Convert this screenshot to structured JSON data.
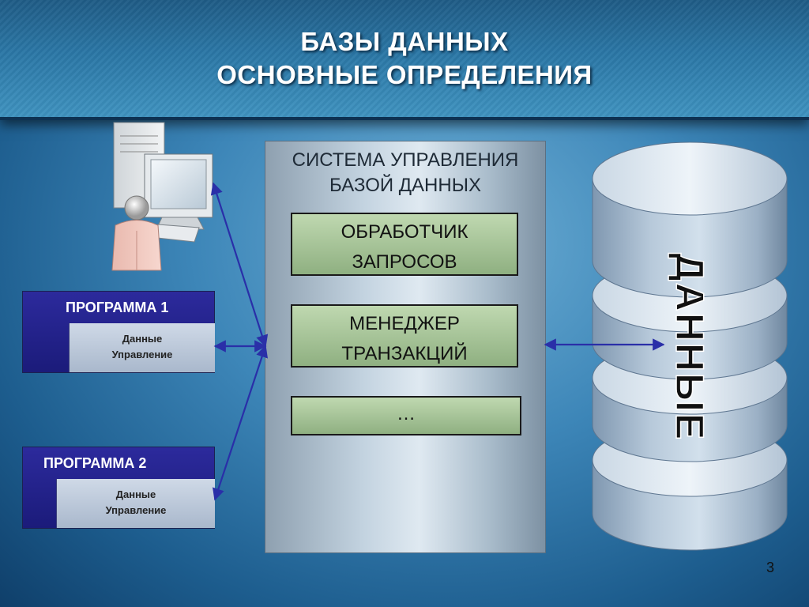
{
  "header": {
    "title_line1": "БАЗЫ ДАННЫХ",
    "title_line2": "ОСНОВНЫЕ ОПРЕДЕЛЕНИЯ"
  },
  "dbms": {
    "title_line1": "СИСТЕМА УПРАВЛЕНИЯ",
    "title_line2": "БАЗОЙ ДАННЫХ",
    "modules": [
      {
        "line1": "ОБРАБОТЧИК",
        "line2": "ЗАПРОСОВ"
      },
      {
        "line1": "МЕНЕДЖЕР",
        "line2": "ТРАНЗАКЦИЙ"
      },
      {
        "line1": "…",
        "line2": ""
      }
    ]
  },
  "programs": [
    {
      "title": "ПРОГРАММА 1",
      "line1": "Данные",
      "line2": "Управление"
    },
    {
      "title": "ПРОГРАММА 2",
      "line1": "Данные",
      "line2": "Управление"
    }
  ],
  "database": {
    "label": "ДАННЫЕ"
  },
  "icons": {
    "user": "user-computer-icon",
    "database": "database-cylinder-icon"
  },
  "colors": {
    "arrow": "#2a2fa8",
    "program_header": "#1f1f86",
    "module_fill": "#a7c596"
  },
  "page_number": "3"
}
